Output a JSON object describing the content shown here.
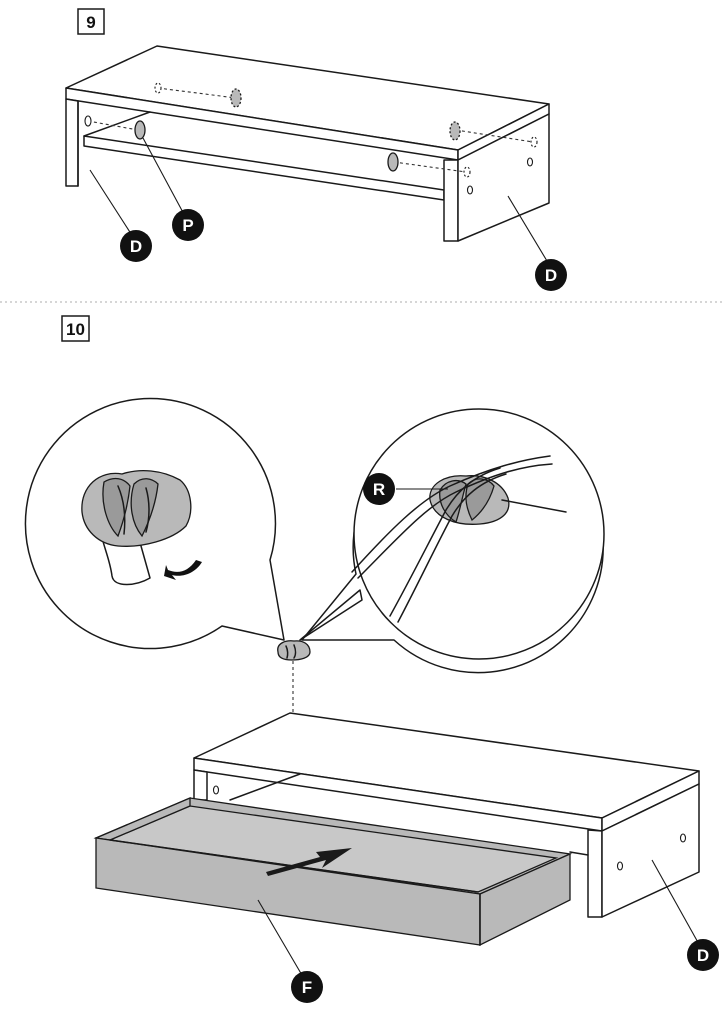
{
  "steps": [
    {
      "number": "9",
      "callouts": {
        "left_panel": "D",
        "dowel": "P",
        "right_panel": "D"
      }
    },
    {
      "number": "10",
      "callouts": {
        "cable_clip": "R",
        "drawer": "F",
        "right_panel": "D"
      }
    }
  ],
  "colors": {
    "line": "#1a1a1a",
    "part_grey": "#b9b9b9",
    "callout_fill": "#111111",
    "separator": "#bdbdbd"
  }
}
